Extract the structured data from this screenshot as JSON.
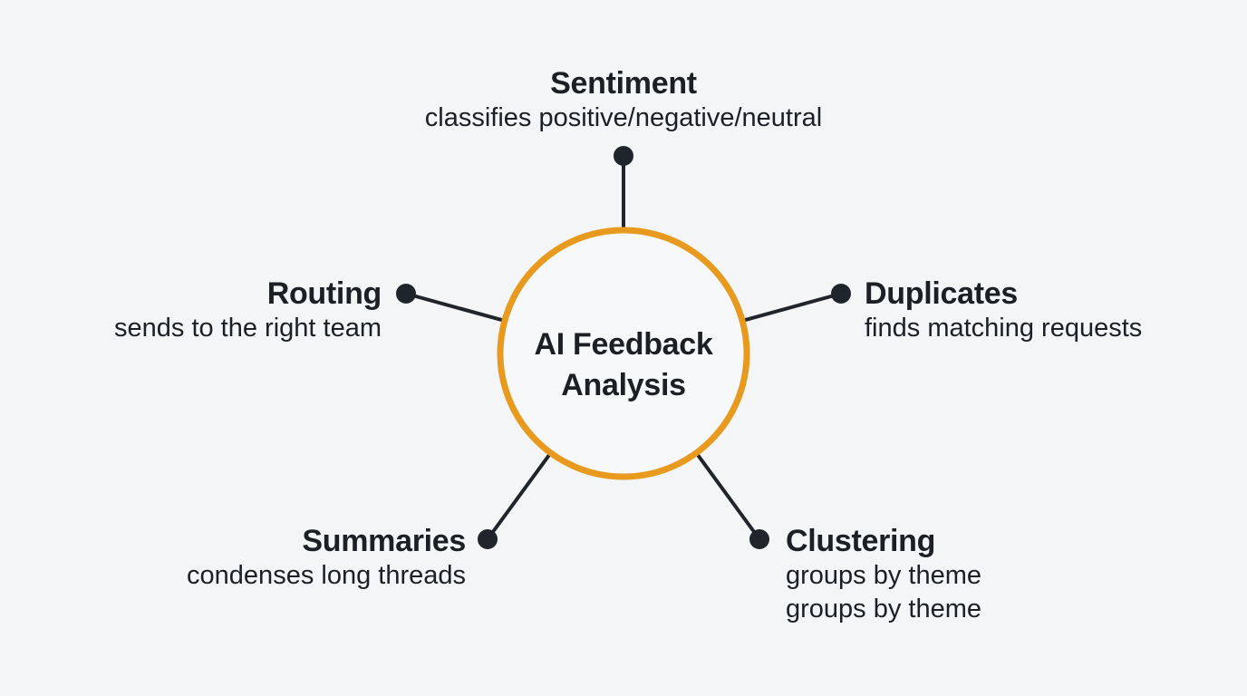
{
  "diagram": {
    "center": {
      "line1": "AI Feedback",
      "line2": "Analysis",
      "ring_color": "#E89A1E"
    },
    "connector_color": "#1f252b",
    "nodes": [
      {
        "id": "sentiment",
        "title": "Sentiment",
        "desc": [
          "classifies positive/negative/neutral"
        ]
      },
      {
        "id": "duplicates",
        "title": "Duplicates",
        "desc": [
          "finds matching requests"
        ]
      },
      {
        "id": "clustering",
        "title": "Clustering",
        "desc": [
          "groups by theme",
          "groups by theme"
        ]
      },
      {
        "id": "summaries",
        "title": "Summaries",
        "desc": [
          "condenses long threads"
        ]
      },
      {
        "id": "routing",
        "title": "Routing",
        "desc": [
          "sends to the right team"
        ]
      }
    ]
  }
}
